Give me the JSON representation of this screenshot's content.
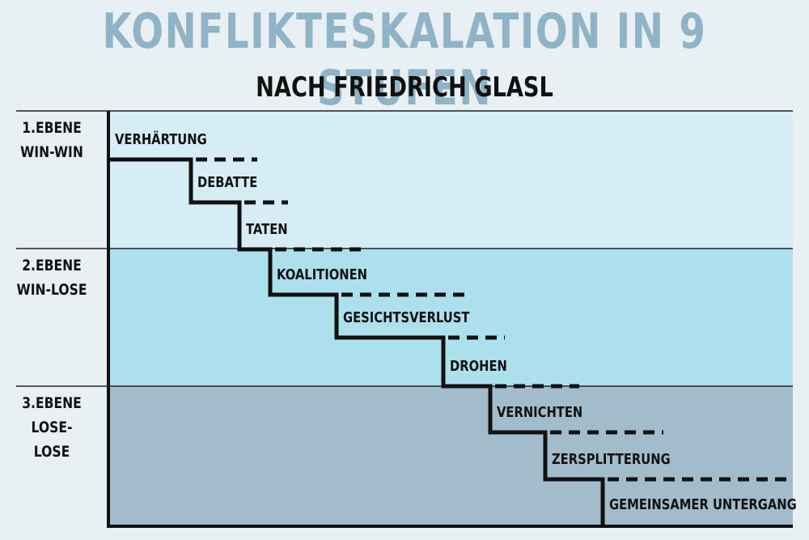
{
  "title": "KONFLIKTESKALATION IN 9 STUFEN",
  "subtitle": "NACH FRIEDRICH GLASL",
  "levels": [
    {
      "ebene": "1.EBENE",
      "type": "WIN-WIN",
      "color": "#d6edf6"
    },
    {
      "ebene": "2.EBENE",
      "type": "WIN-LOSE",
      "color": "#ade0ed"
    },
    {
      "ebene": "3.EBENE",
      "type": "LOSE-LOSE",
      "color": "#a2bccb"
    }
  ],
  "stages": [
    "VERHÄRTUNG",
    "DEBATTE",
    "TATEN",
    "KOALITIONEN",
    "GESICHTSVERLUST",
    "DROHEN",
    "VERNICHTEN",
    "ZERSPLITTERUNG",
    "GEMEINSAMER UNTERGANG"
  ]
}
